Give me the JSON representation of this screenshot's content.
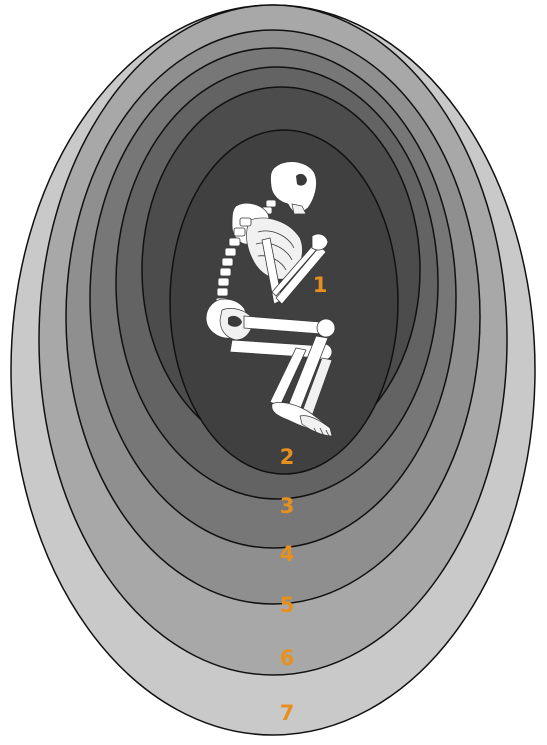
{
  "diagram": {
    "zones": [
      {
        "label": "1",
        "fill": "#404040"
      },
      {
        "label": "2",
        "fill": "#4c4c4c"
      },
      {
        "label": "3",
        "fill": "#636363"
      },
      {
        "label": "4",
        "fill": "#777777"
      },
      {
        "label": "5",
        "fill": "#8f8f8f"
      },
      {
        "label": "6",
        "fill": "#a8a8a8"
      },
      {
        "label": "7",
        "fill": "#c9c9c9"
      }
    ],
    "outline_color": "#111111",
    "label_color": "#e8901e",
    "skeleton_icon": "crouched-skeleton-icon"
  }
}
